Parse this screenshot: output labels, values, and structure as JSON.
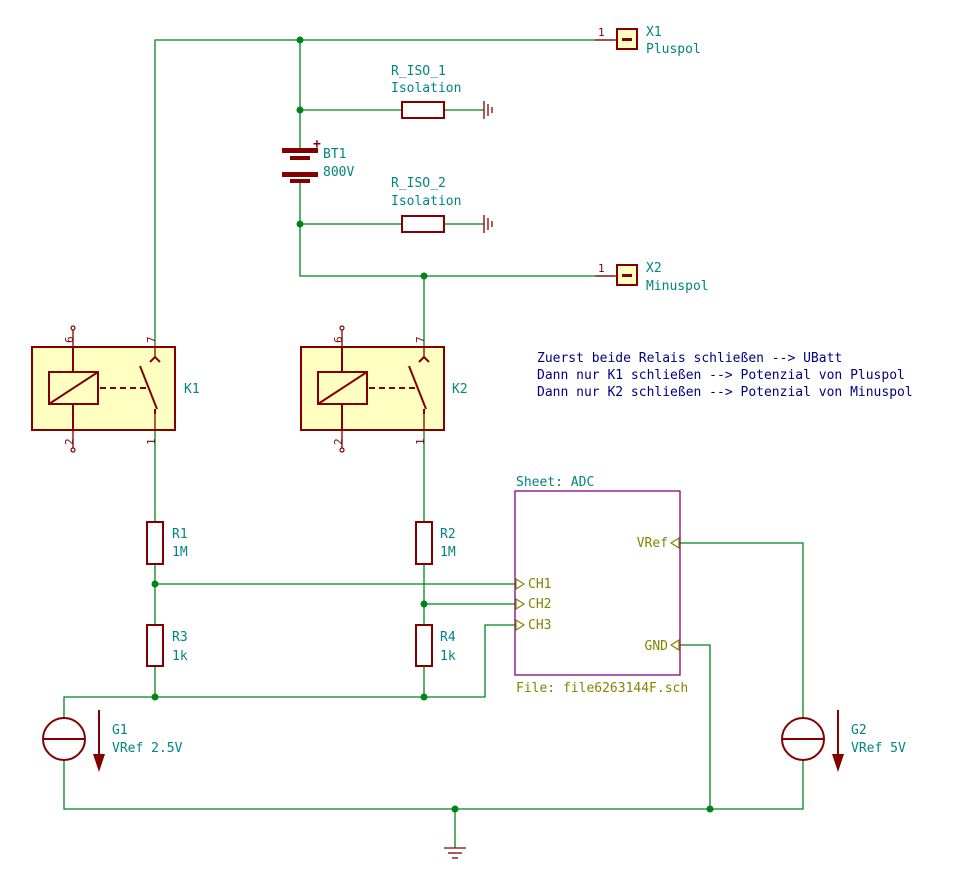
{
  "title": "",
  "colors": {
    "wire": "#00841a",
    "component": "#840000",
    "component_fill": "#ffffc2",
    "ref_text": "#008484",
    "note_text": "#000084",
    "sheet_border": "#840084",
    "sheet_pin_text": "#848400"
  },
  "connectors": [
    {
      "ref": "X1",
      "value": "Pluspol",
      "pin": "1"
    },
    {
      "ref": "X2",
      "value": "Minuspol",
      "pin": "1"
    }
  ],
  "resistors": [
    {
      "ref": "R_ISO_1",
      "value": "Isolation"
    },
    {
      "ref": "R_ISO_2",
      "value": "Isolation"
    },
    {
      "ref": "R1",
      "value": "1M"
    },
    {
      "ref": "R2",
      "value": "1M"
    },
    {
      "ref": "R3",
      "value": "1k"
    },
    {
      "ref": "R4",
      "value": "1k"
    }
  ],
  "battery": {
    "ref": "BT1",
    "value": "800V",
    "plus": "+"
  },
  "relays": [
    {
      "ref": "K1",
      "pins": [
        "6",
        "7",
        "2",
        "1"
      ]
    },
    {
      "ref": "K2",
      "pins": [
        "6",
        "7",
        "2",
        "1"
      ]
    }
  ],
  "sources": [
    {
      "ref": "G1",
      "value": "VRef 2.5V"
    },
    {
      "ref": "G2",
      "value": "VRef 5V"
    }
  ],
  "notes": [
    "Zuerst beide Relais schließen --> UBatt",
    "Dann nur K1 schließen --> Potenzial von Pluspol",
    "Dann nur K2 schließen --> Potenzial von Minuspol"
  ],
  "sheet": {
    "name": "Sheet: ADC",
    "file": "File: file6263144F.sch",
    "pins": {
      "vref": "VRef",
      "gnd": "GND",
      "ch1": "CH1",
      "ch2": "CH2",
      "ch3": "CH3"
    }
  }
}
